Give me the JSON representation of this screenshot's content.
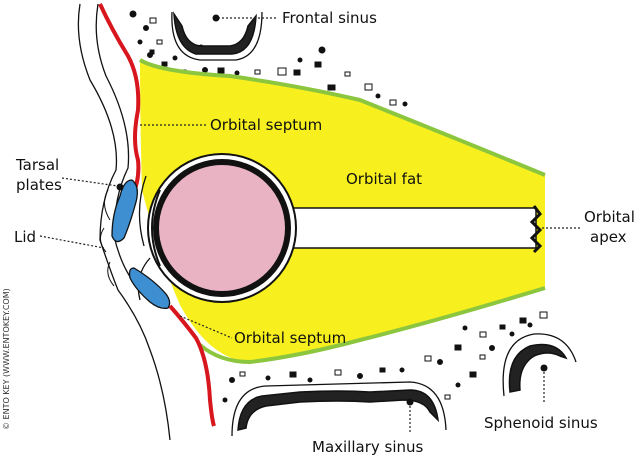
{
  "labels": {
    "frontal_sinus": "Frontal sinus",
    "orbital_septum_upper": "Orbital septum",
    "tarsal_plates_line1": "Tarsal",
    "tarsal_plates_line2": "plates",
    "orbital_fat": "Orbital fat",
    "orbital_apex_line1": "Orbital",
    "orbital_apex_line2": "apex",
    "lid": "Lid",
    "orbital_septum_lower": "Orbital septum",
    "sphenoid_sinus": "Sphenoid sinus",
    "maxillary_sinus": "Maxillary sinus"
  },
  "credit": "© ENTO KEY (WWW.ENTOKEY.COM)",
  "colors": {
    "orbital_fat": "#f7f01e",
    "fat_border": "#8cc63f",
    "septum": "#d7161d",
    "tarsal_plate": "#3e8fd1",
    "globe": "#e9b3c4",
    "sinus": "#222222",
    "outline": "#111111"
  }
}
